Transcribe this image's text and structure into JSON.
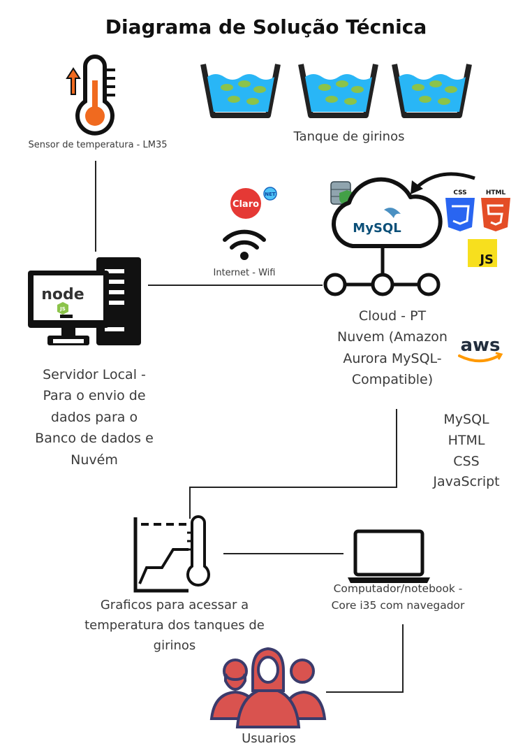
{
  "title": "Diagrama de Solução Técnica",
  "sensor": {
    "label": "Sensor de temperatura  - LM35"
  },
  "tanks": {
    "label": "Tanque de girinos"
  },
  "internet": {
    "label": "Internet - Wifi",
    "isp_text": "Claro",
    "isp_badge": "NET"
  },
  "server": {
    "logo_text": "node",
    "logo_badge": "JS",
    "lines": [
      "Servidor Local  -",
      "Para o envio de",
      "dados para o",
      "Banco de dados e",
      "Nuvém"
    ]
  },
  "cloud": {
    "logo_text": "MySQL",
    "lines": [
      "Cloud - PT",
      "Nuvem (Amazon",
      "Aurora MySQL-",
      "Compatible)"
    ],
    "aws_text": "aws",
    "badges": {
      "css": "CSS",
      "html": "HTML",
      "js": "JS"
    }
  },
  "tech_stack": [
    "MySQL",
    "HTML",
    "CSS",
    "JavaScript"
  ],
  "charts": {
    "lines": [
      "Graficos para acessar a",
      "temperatura dos tanques de",
      "girinos"
    ]
  },
  "computer": {
    "lines": [
      "Computador/notebook -",
      "Core i35 com navegador"
    ]
  },
  "users": {
    "label": "Usuarios"
  },
  "colors": {
    "red": "#e53935",
    "orange": "#f06a1f",
    "css_blue": "#2965f1",
    "js_yellow": "#f7df1e",
    "water": "#29b6f6",
    "aws_orange": "#ff9900",
    "frog": "#8bc34a"
  }
}
